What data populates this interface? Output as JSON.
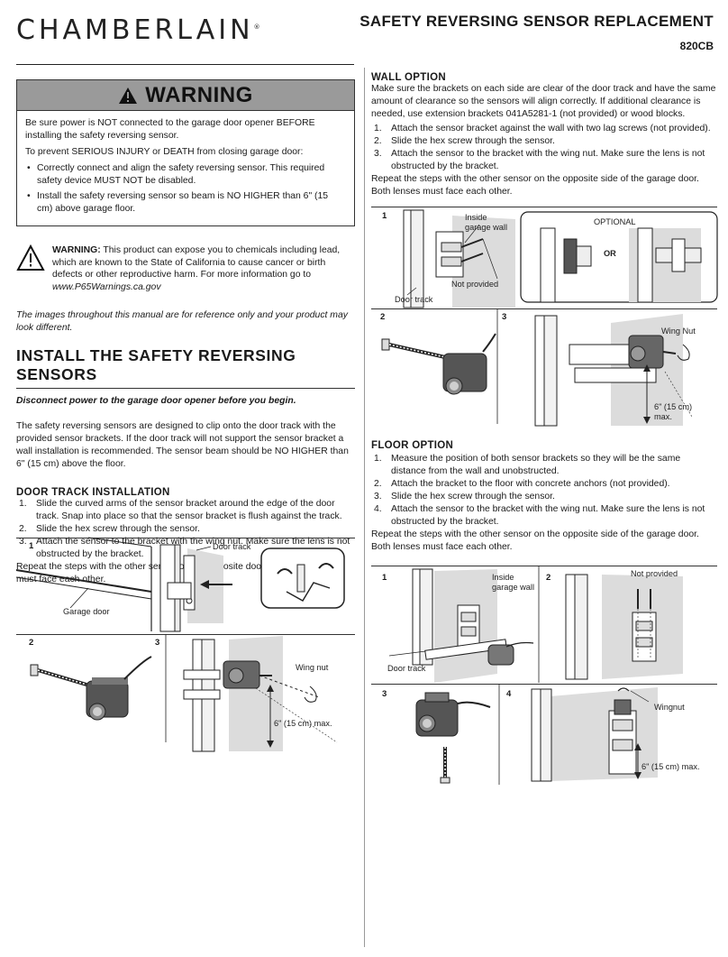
{
  "header": {
    "brand": "CHAMBERLAIN",
    "brand_mark": "®",
    "title": "SAFETY REVERSING SENSOR REPLACEMENT",
    "model": "820CB"
  },
  "warning": {
    "heading": "WARNING",
    "intro": "Be sure power is NOT connected to the garage door opener BEFORE installing the safety reversing sensor.",
    "prevent": "To prevent SERIOUS INJURY or DEATH from closing garage door:",
    "bullets": [
      "Correctly connect and align the safety reversing sensor. This required safety device MUST NOT be disabled.",
      "Install the safety reversing sensor so beam is NO HIGHER than 6\" (15 cm) above garage floor."
    ]
  },
  "prop65": {
    "label": "WARNING:",
    "text": " This product can expose you to chemicals including lead, which are known to the State of California to cause cancer or birth defects or other reproductive harm. For more information go to ",
    "url": "www.P65Warnings.ca.gov"
  },
  "images_note": "The images throughout this manual are for reference only and your product may look different.",
  "install": {
    "heading": "INSTALL THE SAFETY REVERSING SENSORS",
    "disconnect": "Disconnect power to the garage door opener before you begin.",
    "intro": "The safety reversing sensors are designed to clip onto the door track with the provided sensor brackets. If the door track will not support the sensor bracket a wall installation is recommended. The sensor beam should be NO HIGHER than 6\" (15 cm) above the floor."
  },
  "door_track": {
    "heading": "DOOR TRACK INSTALLATION",
    "steps": [
      "Slide the curved arms of the sensor bracket around the edge of the door track. Snap into place so that the sensor bracket is flush against the track.",
      "Slide the hex screw through the sensor.",
      "Attach the sensor to the bracket with the wing nut. Make sure the lens is not obstructed by the bracket."
    ],
    "repeat": "Repeat the steps with the other sensor on the opposite door track. Both lenses must face each other.",
    "fig_labels": {
      "door_track": "Door track",
      "garage_door": "Garage door",
      "wing_nut": "Wing nut",
      "height": "6\" (15 cm) max."
    },
    "fig_nums": [
      "1",
      "2",
      "3"
    ]
  },
  "wall_option": {
    "heading": "WALL OPTION",
    "intro": "Make sure the brackets on each side are clear of the door track and have the same amount of clearance so the sensors will align correctly. If additional clearance is needed, use extension brackets 041A5281-1 (not provided) or wood blocks.",
    "steps": [
      "Attach the sensor bracket against the wall with two lag screws (not provided).",
      "Slide the hex screw through the sensor.",
      "Attach the sensor to the bracket with the wing nut. Make sure the lens is not obstructed by the bracket."
    ],
    "repeat": "Repeat the steps with the other sensor on the opposite side of the garage door. Both lenses must face each other.",
    "fig_labels": {
      "inside_wall": "Inside\ngarage wall",
      "not_provided": "Not provided",
      "door_track": "Door track",
      "optional": "OPTIONAL",
      "or": "OR",
      "wing_nut": "Wing Nut",
      "height": "6\" (15 cm)\nmax."
    },
    "fig_nums": [
      "1",
      "2",
      "3"
    ]
  },
  "floor_option": {
    "heading": "FLOOR OPTION",
    "steps": [
      "Measure the position of both sensor brackets so they will be the same distance from the wall and unobstructed.",
      "Attach the bracket to the floor with concrete anchors (not provided).",
      "Slide the hex screw through the sensor.",
      "Attach the sensor to the bracket with the wing nut. Make sure the lens is not obstructed by the bracket."
    ],
    "repeat": "Repeat the steps with the other sensor on the opposite side of the garage door. Both lenses must face each other.",
    "fig_labels": {
      "inside_wall": "Inside\ngarage wall",
      "not_provided": "Not provided",
      "door_track": "Door track",
      "wingnut": "Wingnut",
      "height": "6\" (15 cm) max."
    },
    "fig_nums": [
      "1",
      "2",
      "3",
      "4"
    ]
  },
  "colors": {
    "warning_band": "#9a9a9a",
    "text": "#1a1a1a",
    "wall_shade": "#d8d8d8"
  }
}
